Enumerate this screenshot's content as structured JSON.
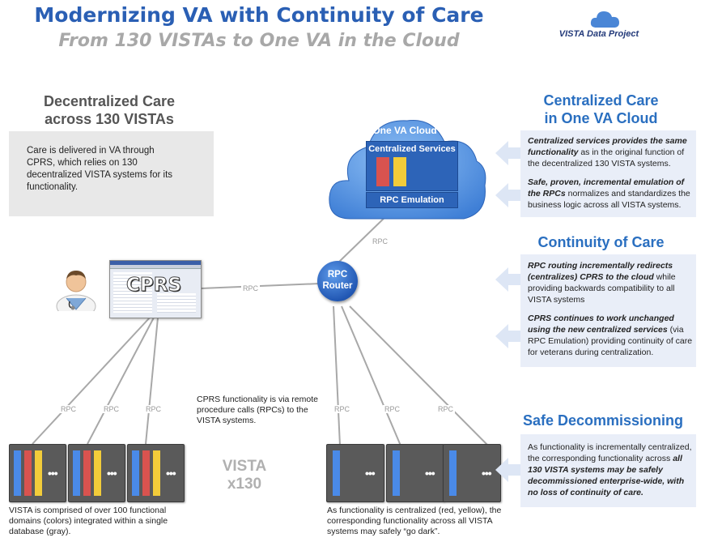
{
  "header": {
    "title": "Modernizing VA with Continuity of Care",
    "subtitle": "From 130 VISTAs to One VA in the Cloud",
    "brand": "VISTA Data Project"
  },
  "left": {
    "heading_line1": "Decentralized Care",
    "heading_line2": "across 130 VISTAs",
    "description": "Care is delivered in VA through CPRS, which relies on 130 decentralized VISTA systems for its functionality."
  },
  "cloud": {
    "title": "One VA Cloud",
    "services_label": "Centralized Services",
    "emulation_label": "RPC Emulation"
  },
  "cprs": {
    "label": "CPRS"
  },
  "router": {
    "line1": "RPC",
    "line2": "Router"
  },
  "connectors": {
    "rpc": "RPC"
  },
  "middle_caption": "CPRS functionality is via remote procedure calls (RPCs) to the VISTA systems.",
  "vista": {
    "line1": "VISTA",
    "line2": "x130"
  },
  "dots": "•••",
  "bottom_left_caption": "VISTA is comprised of over 100  functional domains (colors) integrated within a single database (gray).",
  "bottom_right_caption": "As functionality is centralized (red, yellow), the corresponding functionality across all VISTA systems may safely “go dark”.",
  "right": {
    "centralized": {
      "heading_line1": "Centralized Care",
      "heading_line2": "in One VA Cloud",
      "p1_bold": "Centralized services provides the same functionality",
      "p1_rest": " as in the original function of the decentralized 130 VISTA systems.",
      "p2_bold": "Safe, proven, incremental emulation of the RPCs",
      "p2_rest": " normalizes and standardizes the business logic across all VISTA systems."
    },
    "continuity": {
      "heading": "Continuity of Care",
      "p1_bold": "RPC routing incrementally redirects (centralizes) CPRS to the cloud",
      "p1_rest": " while providing backwards compatibility  to all VISTA systems",
      "p2_bold": "CPRS continues to work unchanged using the new centralized services",
      "p2_rest": " (via RPC Emulation) providing continuity of care for veterans during centralization."
    },
    "decommission": {
      "heading": "Safe Decommissioning",
      "p1_start": "As functionality is incrementally centralized, the corresponding functionality across ",
      "p1_bold": "all 130 VISTA systems may be safely decommissioned enterprise-wide, with no loss of continuity of care."
    }
  },
  "colors": {
    "blue": "#4a8ae8",
    "red": "#d9534f",
    "yellow": "#f2cc3a",
    "server": "#5a5a5a",
    "cloud": "#4a86d6",
    "title_blue": "#2a5fb4"
  }
}
